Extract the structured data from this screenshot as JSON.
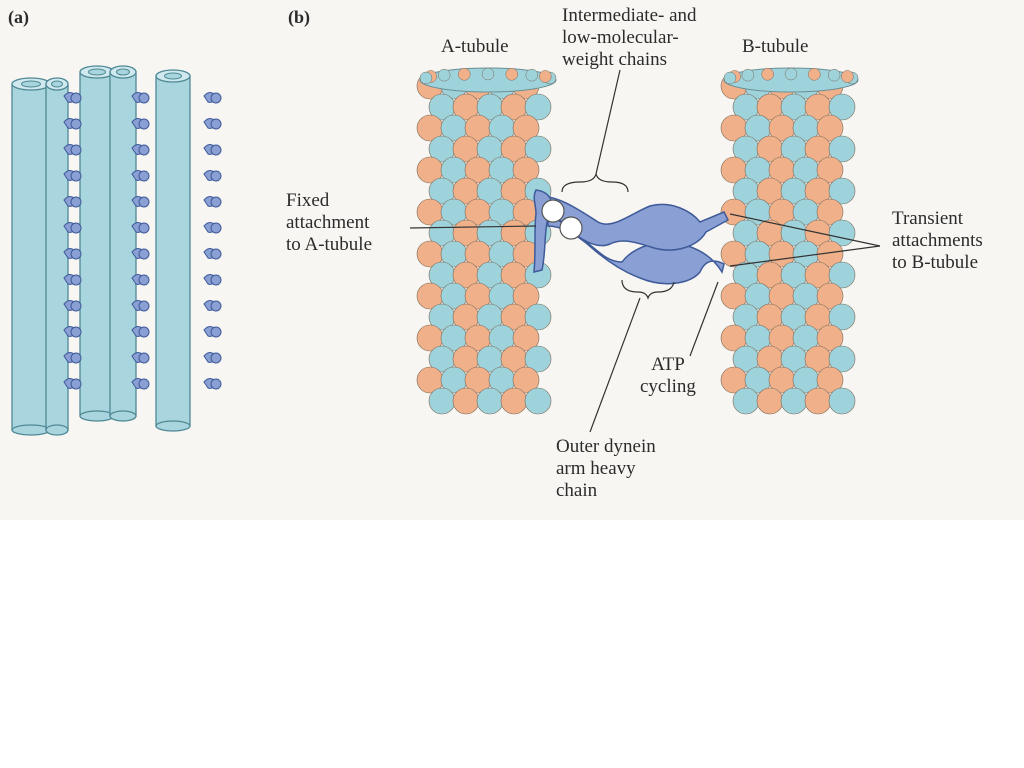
{
  "panels": {
    "a": "(a)",
    "b": "(b)"
  },
  "labels": {
    "a_tubule": "A-tubule",
    "b_tubule": "B-tubule",
    "intermediate": "Intermediate- and\nlow-molecular-\nweight chains",
    "fixed": "Fixed\nattachment\nto A-tubule",
    "transient": "Transient\nattachments\nto B-tubule",
    "atp": "ATP\ncycling",
    "outer": "Outer dynein\narm heavy\nchain"
  },
  "colors": {
    "tubule": "#a9d6de",
    "tubule_edge": "#4f8895",
    "arm": "#8aa0d4",
    "arm_edge": "#3e5a99",
    "subunit_orange": "#f0b08a",
    "subunit_blue": "#9fd3dc"
  }
}
